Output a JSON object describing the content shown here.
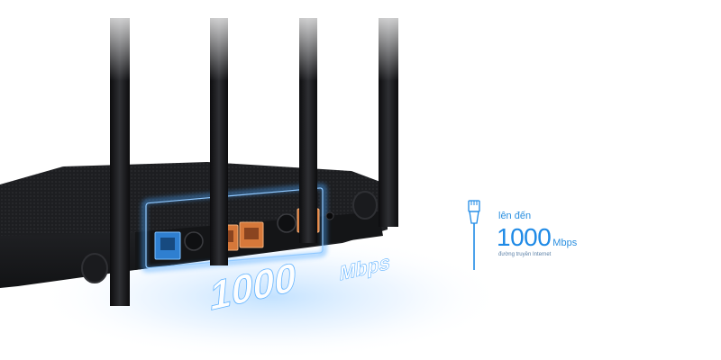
{
  "photo_text": {
    "floor_value": "1000",
    "floor_unit": "Mbps"
  },
  "callout": {
    "prefix": "lên đến",
    "value": "1000",
    "unit": "Mbps",
    "caption": "đường truyền Internet"
  },
  "colors": {
    "accent_blue": "#1f8ae6",
    "wan_port": "#2f7fd0",
    "lan_port": "#d6783a",
    "router_body": "#1b1c1f",
    "glow": "#4aa6ff"
  },
  "icons": {
    "callout_icon": "ethernet-cable-icon"
  }
}
